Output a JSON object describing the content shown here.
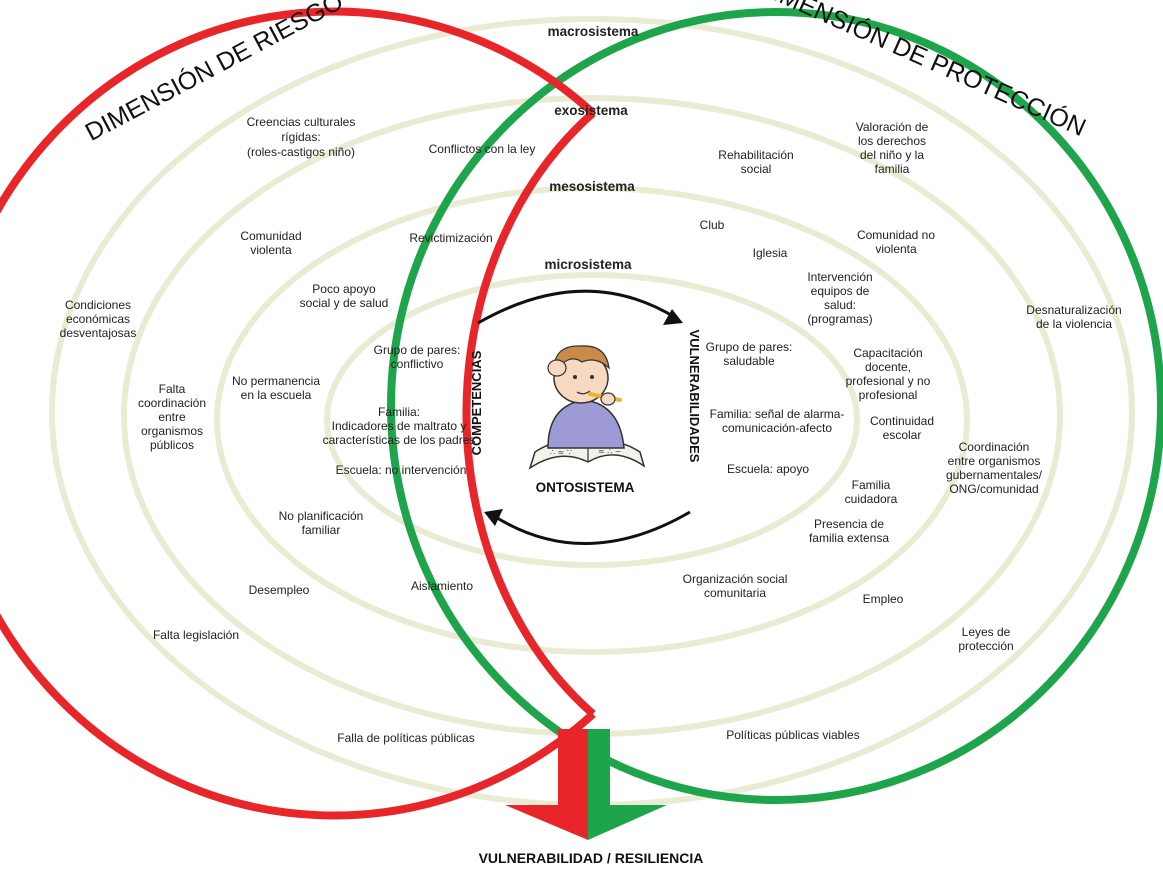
{
  "titles": {
    "risk": "DIMENSIÓN DE RIESGO",
    "protection": "DIMENSIÓN DE PROTECCIÓN"
  },
  "systems": {
    "macro": "macrosistema",
    "exo": "exosistema",
    "meso": "mesosistema",
    "micro": "microsistema",
    "onto": "ONTOSISTEMA"
  },
  "axes": {
    "competencias": "COMPETENCIAS",
    "vulnerabilidades": "VULNERABILIDADES"
  },
  "outcome": "VULNERABILIDAD / RESILIENCIA",
  "risk_factors": {
    "creencias": [
      "Creencias culturales",
      "rígidas:",
      "(roles-castigos niño)"
    ],
    "conflictos": [
      "Conflictos con la ley"
    ],
    "comunidad_violenta": [
      "Comunidad",
      "violenta"
    ],
    "revictimizacion": [
      "Revictimización"
    ],
    "condiciones": [
      "Condiciones",
      "económicas",
      "desventajosas"
    ],
    "poco_apoyo": [
      "Poco apoyo",
      "social y de salud"
    ],
    "grupo_conflictivo": [
      "Grupo de pares:",
      "conflictivo"
    ],
    "falta_coordinacion": [
      "Falta",
      "coordinación",
      "entre",
      "organismos",
      "públicos"
    ],
    "no_permanencia": [
      "No permanencia",
      "en la escuela"
    ],
    "familia_maltrato": [
      "Familia:",
      "Indicadores de maltrato y",
      "características de los padres"
    ],
    "escuela_no": [
      "Escuela: no intervención"
    ],
    "no_planificacion": [
      "No planificación",
      "familiar"
    ],
    "desempleo": [
      "Desempleo"
    ],
    "aislamiento": [
      "Aislamiento"
    ],
    "falta_legislacion": [
      "Falta legislación"
    ],
    "falla_politicas": [
      "Falla de políticas públicas"
    ]
  },
  "protective_factors": {
    "valoracion": [
      "Valoración de",
      "los derechos",
      "del niño y la",
      "familia"
    ],
    "rehabilitacion": [
      "Rehabilitación",
      "social"
    ],
    "club": [
      "Club"
    ],
    "comunidad_no_violenta": [
      "Comunidad no",
      "violenta"
    ],
    "iglesia": [
      "Iglesia"
    ],
    "intervencion": [
      "Intervención",
      "equipos de",
      "salud:",
      "(programas)"
    ],
    "desnaturalizacion": [
      "Desnaturalización",
      "de la violencia"
    ],
    "grupo_saludable": [
      "Grupo de pares:",
      "saludable"
    ],
    "capacitacion": [
      "Capacitación",
      "docente,",
      "profesional y no",
      "profesional"
    ],
    "familia_senal": [
      "Familia: señal de alarma-",
      "comunicación-afecto"
    ],
    "continuidad": [
      "Continuidad",
      "escolar"
    ],
    "coordinacion": [
      "Coordinación",
      "entre organismos",
      "gubernamentales/",
      "ONG/comunidad"
    ],
    "escuela_apoyo": [
      "Escuela: apoyo"
    ],
    "familia_cuidadora": [
      "Familia",
      "cuidadora"
    ],
    "presencia": [
      "Presencia de",
      "familia extensa"
    ],
    "organizacion": [
      "Organización social",
      "comunitaria"
    ],
    "empleo": [
      "Empleo"
    ],
    "leyes": [
      "Leyes de",
      "protección"
    ],
    "politicas_viables": [
      "Políticas públicas viables"
    ]
  },
  "colors": {
    "risk": "#e8262a",
    "protection": "#1ea44b",
    "ring": "#e9ecd2",
    "arrow": "#111111"
  },
  "icon": "child-studying-icon"
}
